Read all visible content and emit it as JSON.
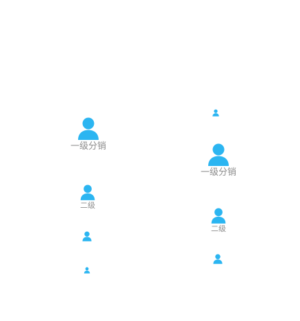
{
  "diagram": {
    "accent_color": "#2bb5f1",
    "icon": "user-icon",
    "left_branch": {
      "level1_label": "一级分销",
      "level2_label": "二级"
    },
    "right_branch": {
      "level1_label": "一级分销",
      "level2_label": "二级"
    }
  }
}
